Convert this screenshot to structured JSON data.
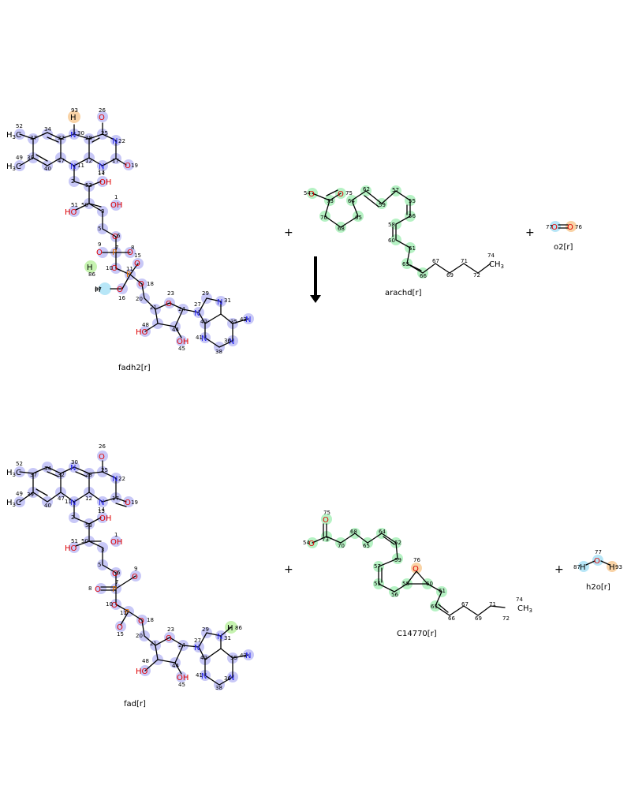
{
  "colors": {
    "nitrogen": "#2a2af0",
    "oxygen": "#e00000",
    "phosphorus": "#e07000",
    "highlight_fad": "#c8c8f7",
    "highlight_lipid": "#b6f2c4",
    "highlight_h": "#f9d3a6"
  },
  "operators": {
    "plus": "+"
  },
  "reactants": {
    "fadh2": {
      "name": "fadh2[r]"
    },
    "arachd": {
      "name": "arachd[r]"
    },
    "o2": {
      "name": "o2[r]"
    }
  },
  "products": {
    "fad": {
      "name": "fad[r]"
    },
    "c14770": {
      "name": "C14770[r]"
    },
    "h2o": {
      "name": "h2o[r]"
    }
  },
  "atoms": {
    "fadh2": [
      "93",
      "26",
      "52",
      "34",
      "37",
      "32",
      "30",
      "28",
      "25",
      "22",
      "17",
      "19",
      "49",
      "39",
      "40",
      "47",
      "11",
      "12",
      "14",
      "13",
      "2",
      "53",
      "51",
      "50",
      "3",
      "1",
      "5",
      "6",
      "9",
      "7",
      "8",
      "10",
      "86",
      "11",
      "15",
      "87",
      "16",
      "18",
      "20",
      "23",
      "21",
      "24",
      "27",
      "29",
      "31",
      "42",
      "35",
      "43",
      "48",
      "44",
      "45",
      "41",
      "36",
      "38"
    ],
    "arachd": [
      "54",
      "73",
      "75",
      "70",
      "64",
      "62",
      "57",
      "55",
      "59",
      "58",
      "56",
      "65",
      "68",
      "60",
      "61",
      "63",
      "66",
      "67",
      "69",
      "71",
      "72",
      "74"
    ],
    "o2": [
      "77",
      "76"
    ]
  }
}
